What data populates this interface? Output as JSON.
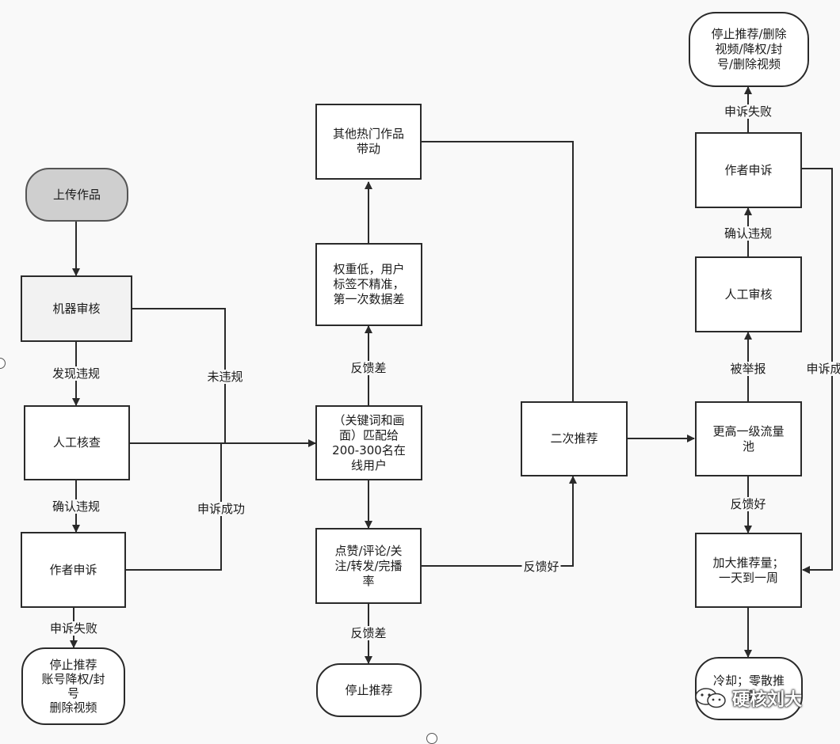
{
  "nodes": {
    "upload": "上传作品",
    "machine_review": "机器审核",
    "manual_check": "人工核查",
    "author_appeal_left": "作者申诉",
    "stop_left": "停止推荐\n账号降权/封\n号\n删除视频",
    "match_users": "（关键词和画\n面）匹配给\n200-300名在\n线用户",
    "low_weight": "权重低，用户\n标签不精准，\n第一次数据差",
    "other_hot": "其他热门作品\n带动",
    "engagement": "点赞/评论/关\n注/转发/完播\n率",
    "stop_middle": "停止推荐",
    "second_rec": "二次推荐",
    "higher_pool": "更高一级流量\n池",
    "manual_review_right": "人工审核",
    "author_appeal_right": "作者申诉",
    "stop_right": "停止推荐/删除\n视频/降权/封\n号/删除视频",
    "boost": "加大推荐量；\n一天到一周",
    "cooldown": "冷却；零散推\n荐"
  },
  "edge_labels": {
    "found_violation": "发现违规",
    "no_violation": "未违规",
    "confirm_violation_left": "确认违规",
    "appeal_success_left": "申诉成功",
    "appeal_fail_left": "申诉失败",
    "feedback_bad_top": "反馈差",
    "feedback_bad_bottom": "反馈差",
    "feedback_good_middle": "反馈好",
    "reported": "被举报",
    "confirm_violation_right": "确认违规",
    "appeal_fail_right": "申诉失败",
    "feedback_good_right": "反馈好",
    "appeal_success_right": "申诉成"
  },
  "watermark": "硬核刘大",
  "colors": {
    "line": "#2a2a2a",
    "start_fill": "#cfcfcf",
    "background": "#f9f9f9"
  }
}
